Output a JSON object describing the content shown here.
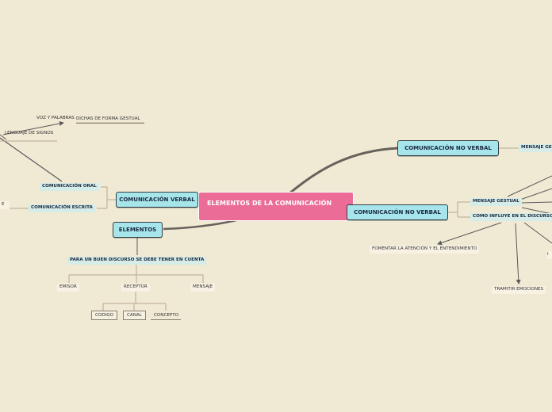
{
  "central": {
    "label": "ELEMENTOS DE LA COMUNICACIÓN"
  },
  "left": {
    "comunicacion_verbal": "COMUNICACIÓN VERBAL",
    "comunicacion_oral": "COMUNICACIÓN ORAL",
    "comunicacion_escrita": "COMUNICACIÓN ESCRITA",
    "voz_y_palabras": "VOZ Y PALABRAS",
    "dichas_gestual": "DICHAS DE FORMA GESTUAL",
    "lenguaje_signos": "LENGUAJE DE SIGNOS",
    "edge_label": "E",
    "elementos": "ELEMENTOS",
    "para_discurso": "PARA UN BUEN DISCURSO SE DEBE TENER EN CUENTA",
    "emisor": "EMISOR",
    "receptor": "RECEPTOR",
    "mensaje": "MENSAJE",
    "codigo": "CODIGO",
    "canal": "CANAL",
    "concepto": "CONCEPTO"
  },
  "right": {
    "no_verbal_top": "COMUNICACIÓN NO VERBAL",
    "mensaje_ges_cut": "MENSAJE GES",
    "no_verbal_mid": "COMUNICACIÓN NO VERBAL",
    "mensaje_gestual": "MENSAJE GESTUAL",
    "como_influye": "COMO INFLUYE EN EL DISCURSO",
    "fomentar": "FOMENTAR LA ATENCIÓN Y EL ENTENDIMIENTO",
    "tramitir": "TRAMITIR EMOCIONES",
    "edge_i": "I"
  }
}
